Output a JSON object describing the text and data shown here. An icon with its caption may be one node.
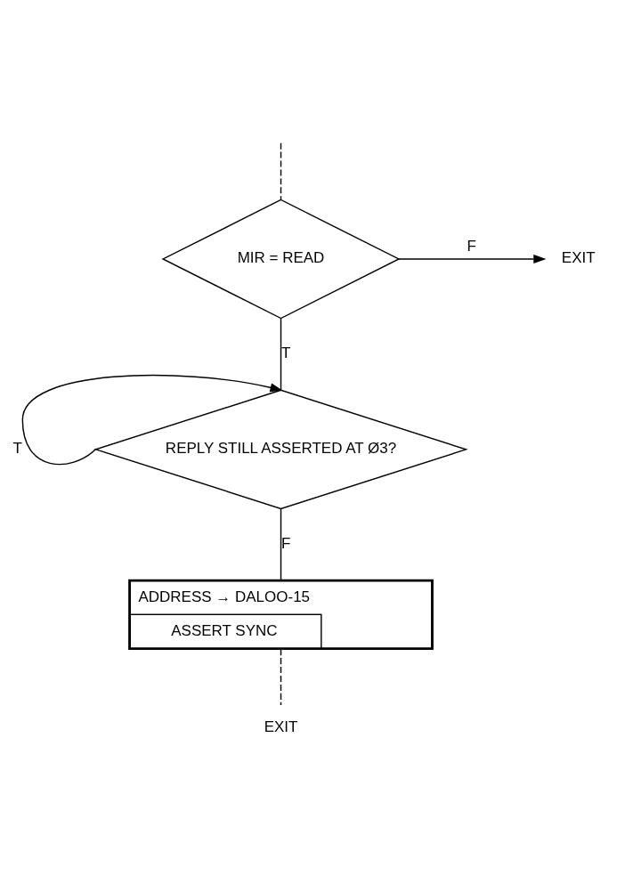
{
  "diagram": {
    "nodes": [
      {
        "text": [
          "MIR = READ"
        ]
      },
      {
        "text": [
          "EXIT"
        ]
      },
      {
        "text": [
          "REPLY STILL ASSERTED AT Ø3?"
        ]
      },
      {
        "text": [
          "ADDRESS → DALOO-15",
          "ASSERT SYNC"
        ]
      },
      {
        "text": [
          "EXIT"
        ]
      }
    ],
    "edges": [
      {
        "from": null,
        "to": 0,
        "arrow": "none",
        "style": "dashed"
      },
      {
        "from": 0,
        "to": 1,
        "arrow": "to",
        "label": "F"
      },
      {
        "from": 0,
        "to": 2,
        "arrow": "none",
        "label": "T"
      },
      {
        "from": 2,
        "to": 2,
        "arrow": "to",
        "label": "T"
      },
      {
        "from": 2,
        "to": 3,
        "arrow": "none",
        "label": "F"
      },
      {
        "from": 3,
        "to": 4,
        "arrow": "none",
        "style": "dashed"
      }
    ]
  }
}
